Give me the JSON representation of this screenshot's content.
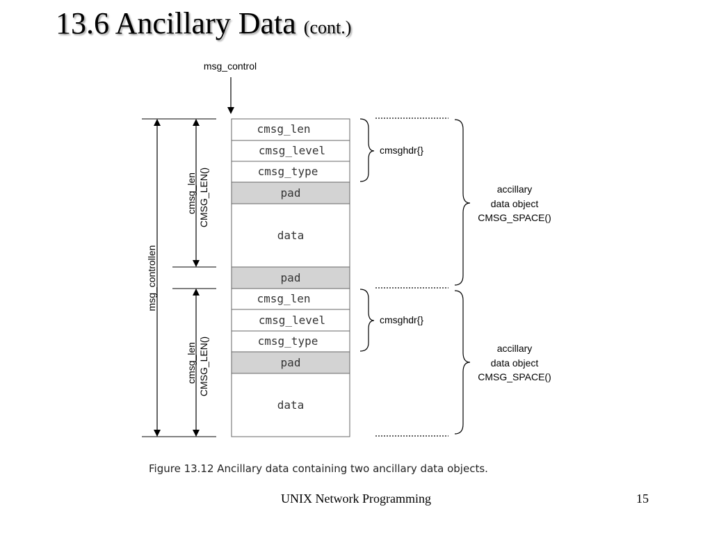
{
  "slide": {
    "title": "13.6 Ancillary Data",
    "title_suffix": "(cont.)",
    "footer": "UNIX Network Programming",
    "page_number": "15"
  },
  "diagram": {
    "pointer_label": "msg_control",
    "total_label": "msg_controllen",
    "len_label_line1": "cmsg_len",
    "len_label_line2": "CMSG_LEN()",
    "blocks": [
      "cmsg_len",
      "cmsg_level",
      "cmsg_type",
      "pad",
      "data",
      "pad",
      "cmsg_len",
      "cmsg_level",
      "cmsg_type",
      "pad",
      "data"
    ],
    "header_label": "cmsghdr{}",
    "object_label_line1": "accillary",
    "object_label_line2": "data object",
    "object_label_line3": "CMSG_SPACE()",
    "caption": "Figure 13.12 Ancillary data containing two ancillary data objects."
  },
  "colors": {
    "pad_fill": "#d3d3d3",
    "line": "#000000",
    "text": "#000000"
  }
}
